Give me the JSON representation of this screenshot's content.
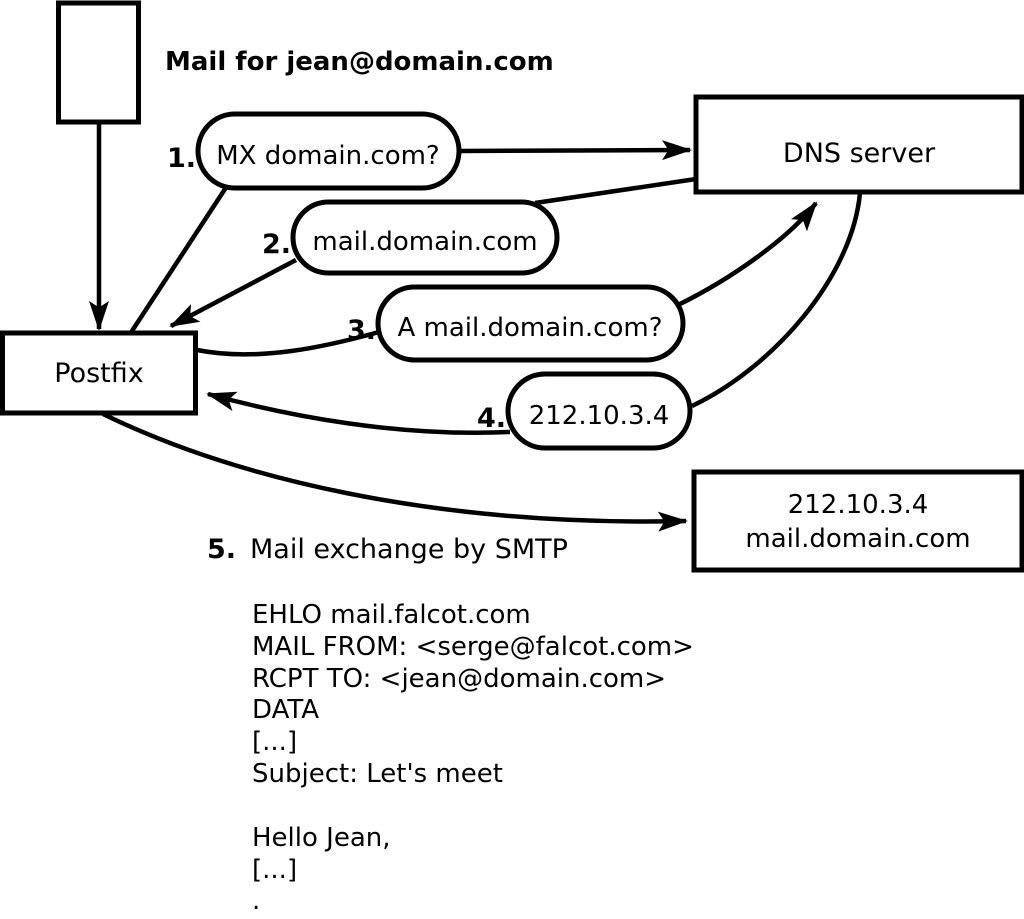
{
  "diagram": {
    "title_note": "Mail for jean@domain.com",
    "nodes": {
      "sender_mail": "",
      "postfix": "Postfix",
      "dns_server": "DNS server",
      "target_server_line1": "212.10.3.4",
      "target_server_line2": "mail.domain.com"
    },
    "steps": [
      {
        "num": "1.",
        "label": "MX domain.com?"
      },
      {
        "num": "2.",
        "label": "mail.domain.com"
      },
      {
        "num": "3.",
        "label": "A mail.domain.com?"
      },
      {
        "num": "4.",
        "label": "212.10.3.4"
      },
      {
        "num": "5.",
        "label": "Mail exchange by SMTP"
      }
    ],
    "smtp_transcript": {
      "lines": [
        "EHLO mail.falcot.com",
        "MAIL FROM: <serge@falcot.com>",
        "RCPT TO: <jean@domain.com>",
        "DATA",
        "[...]",
        "Subject: Let's meet",
        "",
        "Hello Jean,",
        "[...]",
        "."
      ]
    }
  },
  "colors": {
    "stroke": "#000000",
    "background": "#ffffff"
  }
}
